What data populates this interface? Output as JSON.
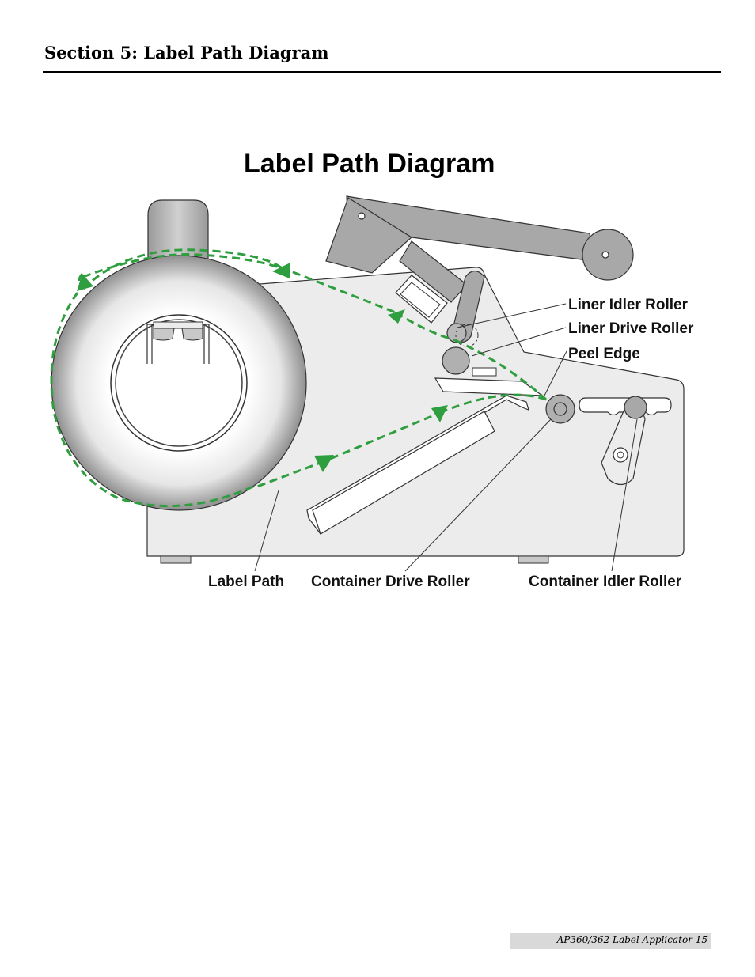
{
  "header": {
    "section_title": "Section 5: Label Path Diagram"
  },
  "diagram": {
    "title": "Label Path Diagram",
    "labels": {
      "liner_idler_roller": "Liner Idler Roller",
      "liner_drive_roller": "Liner Drive Roller",
      "peel_edge": "Peel Edge",
      "label_path": "Label Path",
      "container_drive_roller": "Container Drive Roller",
      "container_idler_roller": "Container Idler Roller"
    },
    "colors": {
      "label_path": "#2e9e3e",
      "body_fill": "#ececec",
      "arm_fill": "#a8a8a8",
      "roller_fill": "#b0b0b0"
    }
  },
  "footer": {
    "page_label": "AP360/362 Label Applicator  15"
  }
}
